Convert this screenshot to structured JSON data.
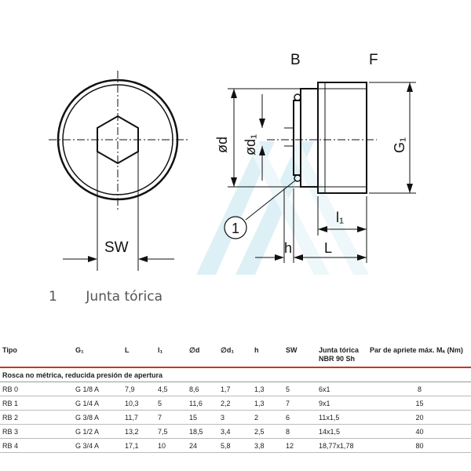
{
  "drawing": {
    "label_B": "B",
    "label_F": "F",
    "label_SW": "SW",
    "label_d": "ød",
    "label_d1": "ød₁",
    "label_G1": "G₁",
    "label_l1": "l₁",
    "label_h": "h",
    "label_L": "L",
    "callout_1": "1"
  },
  "legend": {
    "number": "1",
    "text": "Junta tórica"
  },
  "table": {
    "headers": [
      "Tipo",
      "G₁",
      "L",
      "l₁",
      "∅d",
      "∅d₁",
      "h",
      "SW",
      "Junta tórica NBR 90 Sh",
      "Par de apriete máx. Mₐ (Nm)"
    ],
    "section": "Rosca no métrica, reducida presión de apertura",
    "rows": [
      [
        "RB 0",
        "G 1/8 A",
        "7,9",
        "4,5",
        "8,6",
        "1,7",
        "1,3",
        "5",
        "6x1",
        "8"
      ],
      [
        "RB 1",
        "G 1/4 A",
        "10,3",
        "5",
        "11,6",
        "2,2",
        "1,3",
        "7",
        "9x1",
        "15"
      ],
      [
        "RB 2",
        "G 3/8 A",
        "11,7",
        "7",
        "15",
        "3",
        "2",
        "6",
        "11x1,5",
        "20"
      ],
      [
        "RB 3",
        "G 1/2 A",
        "13,2",
        "7,5",
        "18,5",
        "3,4",
        "2,5",
        "8",
        "14x1,5",
        "40"
      ],
      [
        "RB 4",
        "G 3/4 A",
        "17,1",
        "10",
        "24",
        "5,8",
        "3,8",
        "12",
        "18,77x1,78",
        "80"
      ]
    ]
  }
}
